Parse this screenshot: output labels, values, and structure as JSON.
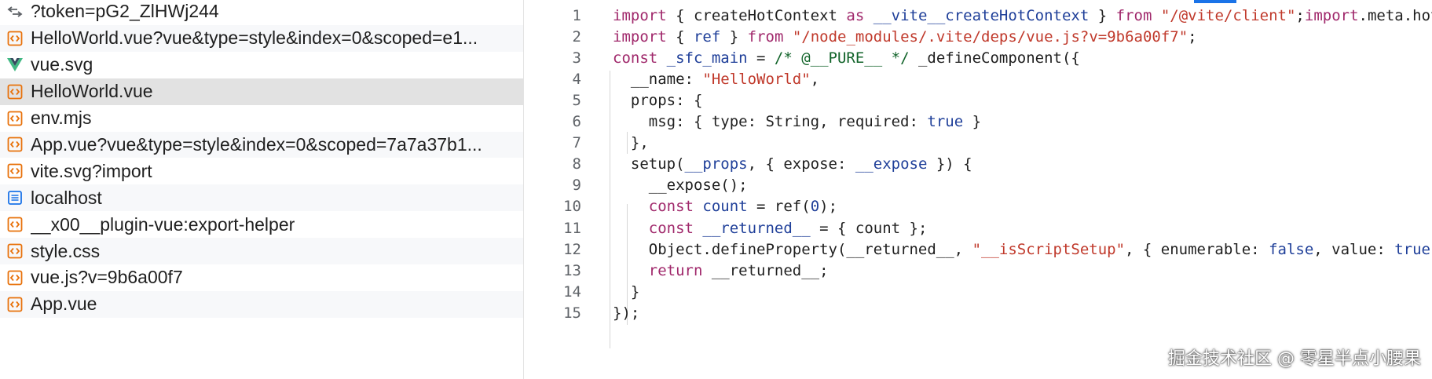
{
  "file_list": {
    "rows": [
      {
        "name": "?token=pG2_ZlHWj244",
        "icon": "swap-arrows-icon"
      },
      {
        "name": "HelloWorld.vue?vue&type=style&index=0&scoped=e1...",
        "icon": "code-file-icon"
      },
      {
        "name": "vue.svg",
        "icon": "vue-logo-icon"
      },
      {
        "name": "HelloWorld.vue",
        "icon": "code-file-icon",
        "selected": true
      },
      {
        "name": "env.mjs",
        "icon": "code-file-icon"
      },
      {
        "name": "App.vue?vue&type=style&index=0&scoped=7a7a37b1...",
        "icon": "code-file-icon"
      },
      {
        "name": "vite.svg?import",
        "icon": "code-file-icon"
      },
      {
        "name": "localhost",
        "icon": "document-icon"
      },
      {
        "name": "__x00__plugin-vue:export-helper",
        "icon": "code-file-icon"
      },
      {
        "name": "style.css",
        "icon": "code-file-icon"
      },
      {
        "name": "vue.js?v=9b6a00f7",
        "icon": "code-file-icon"
      },
      {
        "name": "App.vue",
        "icon": "code-file-icon"
      }
    ]
  },
  "code_view": {
    "lines": [
      {
        "num": "1",
        "tokens": [
          {
            "t": "import",
            "c": "kw"
          },
          {
            "t": " { createHotContext ",
            "c": "plain"
          },
          {
            "t": "as",
            "c": "kw"
          },
          {
            "t": " __vite__createHotContext",
            "c": "def"
          },
          {
            "t": " } ",
            "c": "plain"
          },
          {
            "t": "from",
            "c": "kw"
          },
          {
            "t": " \"/@vite/client\"",
            "c": "str"
          },
          {
            "t": ";",
            "c": "plain"
          },
          {
            "t": "import",
            "c": "kw"
          },
          {
            "t": ".meta.hot",
            "c": "plain"
          }
        ]
      },
      {
        "num": "2",
        "tokens": [
          {
            "t": "import",
            "c": "kw"
          },
          {
            "t": " { ",
            "c": "plain"
          },
          {
            "t": "ref",
            "c": "def"
          },
          {
            "t": " } ",
            "c": "plain"
          },
          {
            "t": "from",
            "c": "kw"
          },
          {
            "t": " \"/node_modules/.vite/deps/vue.js?v=9b6a00f7\"",
            "c": "str"
          },
          {
            "t": ";",
            "c": "plain"
          }
        ]
      },
      {
        "num": "3",
        "tokens": [
          {
            "t": "const",
            "c": "kw"
          },
          {
            "t": " _sfc_main",
            "c": "def"
          },
          {
            "t": " = ",
            "c": "plain"
          },
          {
            "t": "/* @__PURE__ */",
            "c": "cm"
          },
          {
            "t": " _defineComponent({",
            "c": "plain"
          }
        ]
      },
      {
        "num": "4",
        "tokens": [
          {
            "t": "  __name: ",
            "c": "plain"
          },
          {
            "t": "\"HelloWorld\"",
            "c": "str"
          },
          {
            "t": ",",
            "c": "plain"
          }
        ]
      },
      {
        "num": "5",
        "tokens": [
          {
            "t": "  props: {",
            "c": "plain"
          }
        ]
      },
      {
        "num": "6",
        "tokens": [
          {
            "t": "    msg: { type: String, required: ",
            "c": "plain"
          },
          {
            "t": "true",
            "c": "lit"
          },
          {
            "t": " }",
            "c": "plain"
          }
        ]
      },
      {
        "num": "7",
        "tokens": [
          {
            "t": "  },",
            "c": "plain"
          }
        ]
      },
      {
        "num": "8",
        "tokens": [
          {
            "t": "  setup(",
            "c": "plain"
          },
          {
            "t": "__props",
            "c": "def"
          },
          {
            "t": ", { expose: ",
            "c": "plain"
          },
          {
            "t": "__expose",
            "c": "def"
          },
          {
            "t": " }) {",
            "c": "plain"
          }
        ]
      },
      {
        "num": "9",
        "tokens": [
          {
            "t": "    __expose();",
            "c": "plain"
          }
        ]
      },
      {
        "num": "10",
        "tokens": [
          {
            "t": "    ",
            "c": "plain"
          },
          {
            "t": "const",
            "c": "kw"
          },
          {
            "t": " count",
            "c": "def"
          },
          {
            "t": " = ref(",
            "c": "plain"
          },
          {
            "t": "0",
            "c": "num"
          },
          {
            "t": ");",
            "c": "plain"
          }
        ]
      },
      {
        "num": "11",
        "tokens": [
          {
            "t": "    ",
            "c": "plain"
          },
          {
            "t": "const",
            "c": "kw"
          },
          {
            "t": " __returned__",
            "c": "def"
          },
          {
            "t": " = { count };",
            "c": "plain"
          }
        ]
      },
      {
        "num": "12",
        "tokens": [
          {
            "t": "    Object.defineProperty(__returned__, ",
            "c": "plain"
          },
          {
            "t": "\"__isScriptSetup\"",
            "c": "str"
          },
          {
            "t": ", { enumerable: ",
            "c": "plain"
          },
          {
            "t": "false",
            "c": "lit"
          },
          {
            "t": ", value: ",
            "c": "plain"
          },
          {
            "t": "true",
            "c": "lit"
          },
          {
            "t": " }",
            "c": "plain"
          }
        ]
      },
      {
        "num": "13",
        "tokens": [
          {
            "t": "    ",
            "c": "plain"
          },
          {
            "t": "return",
            "c": "ctl"
          },
          {
            "t": " __returned__;",
            "c": "plain"
          }
        ]
      },
      {
        "num": "14",
        "tokens": [
          {
            "t": "  }",
            "c": "plain"
          }
        ]
      },
      {
        "num": "15",
        "tokens": [
          {
            "t": "});",
            "c": "plain"
          }
        ]
      }
    ]
  },
  "watermark": "掘金技术社区 @ 零星半点小腰果",
  "colors": {
    "keyword": "#a0286b",
    "string": "#c0392b",
    "definition": "#1f3f99",
    "comment": "#116329",
    "selected_row": "#e2e2e2",
    "accent": "#1a73e8"
  }
}
